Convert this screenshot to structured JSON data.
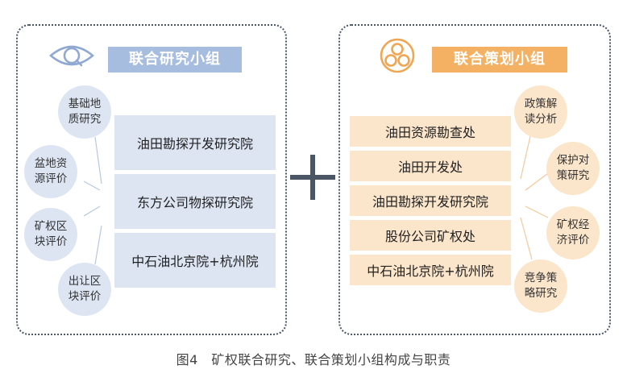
{
  "left_panel": {
    "title": "联合研究小组",
    "icon": "eye-icon",
    "bubbles": [
      "基础地\n质研究",
      "盆地资\n源评价",
      "矿权区\n块评价",
      "出让区\n块评价"
    ],
    "boxes": [
      "油田勘探开发研究院",
      "东方公司物探研究院",
      "中石油北京院+杭州院"
    ]
  },
  "right_panel": {
    "title": "联合策划小组",
    "icon": "three-circles-icon",
    "boxes": [
      "油田资源勘查处",
      "油田开发处",
      "油田勘探开发研究院",
      "股份公司矿权处",
      "中石油北京院+杭州院"
    ],
    "bubbles": [
      "政策解\n读分析",
      "保护对\n策研究",
      "矿权经\n济评价",
      "竞争策\n略研究"
    ]
  },
  "operator": "plus-icon",
  "caption": "图4　矿权联合研究、联合策划小组构成与职责",
  "colors": {
    "left_accent": "#a6bde0",
    "left_light": "#dde5f3",
    "right_accent": "#f4b163",
    "right_light": "#fbe6cb",
    "border": "#4a5566",
    "plus": "#4a5566"
  }
}
